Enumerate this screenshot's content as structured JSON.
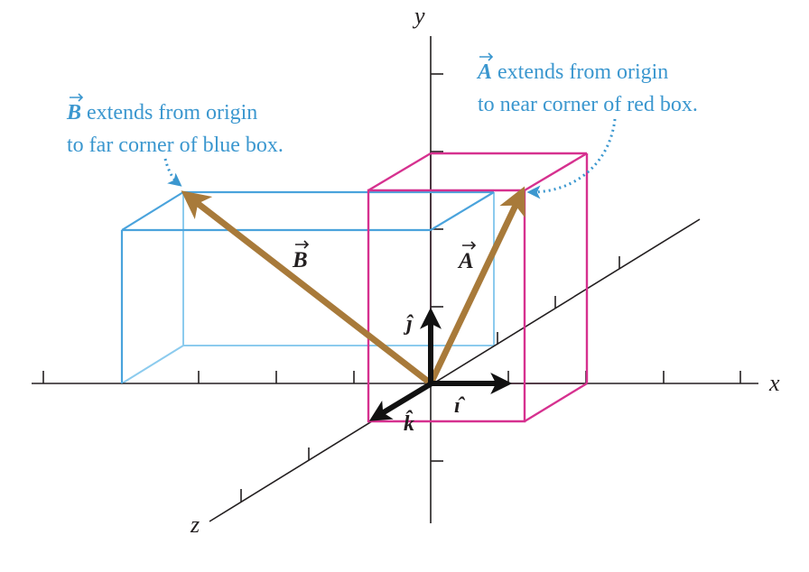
{
  "axes": {
    "x": "x",
    "y": "y",
    "z": "z"
  },
  "vectors": {
    "A": "A",
    "B": "B"
  },
  "unit_vectors": {
    "i": "ı̂",
    "j": "ĵ",
    "k": "k̂"
  },
  "annotations": {
    "A": {
      "symbol": "A",
      "line1_rest": " extends from origin",
      "line2": "to near corner of red box."
    },
    "B": {
      "symbol": "B",
      "line1_rest": " extends from origin",
      "line2": "to far corner of blue box."
    }
  },
  "colors": {
    "axis": "#231f20",
    "vector": "#a87a3a",
    "blue_box": "#4aa3dc",
    "blue_box_back": "#8ccbee",
    "red_box": "#d6318f",
    "red_box_back": "#e89ac4",
    "annotation": "#3b97cf",
    "unit_vector": "#111111"
  }
}
